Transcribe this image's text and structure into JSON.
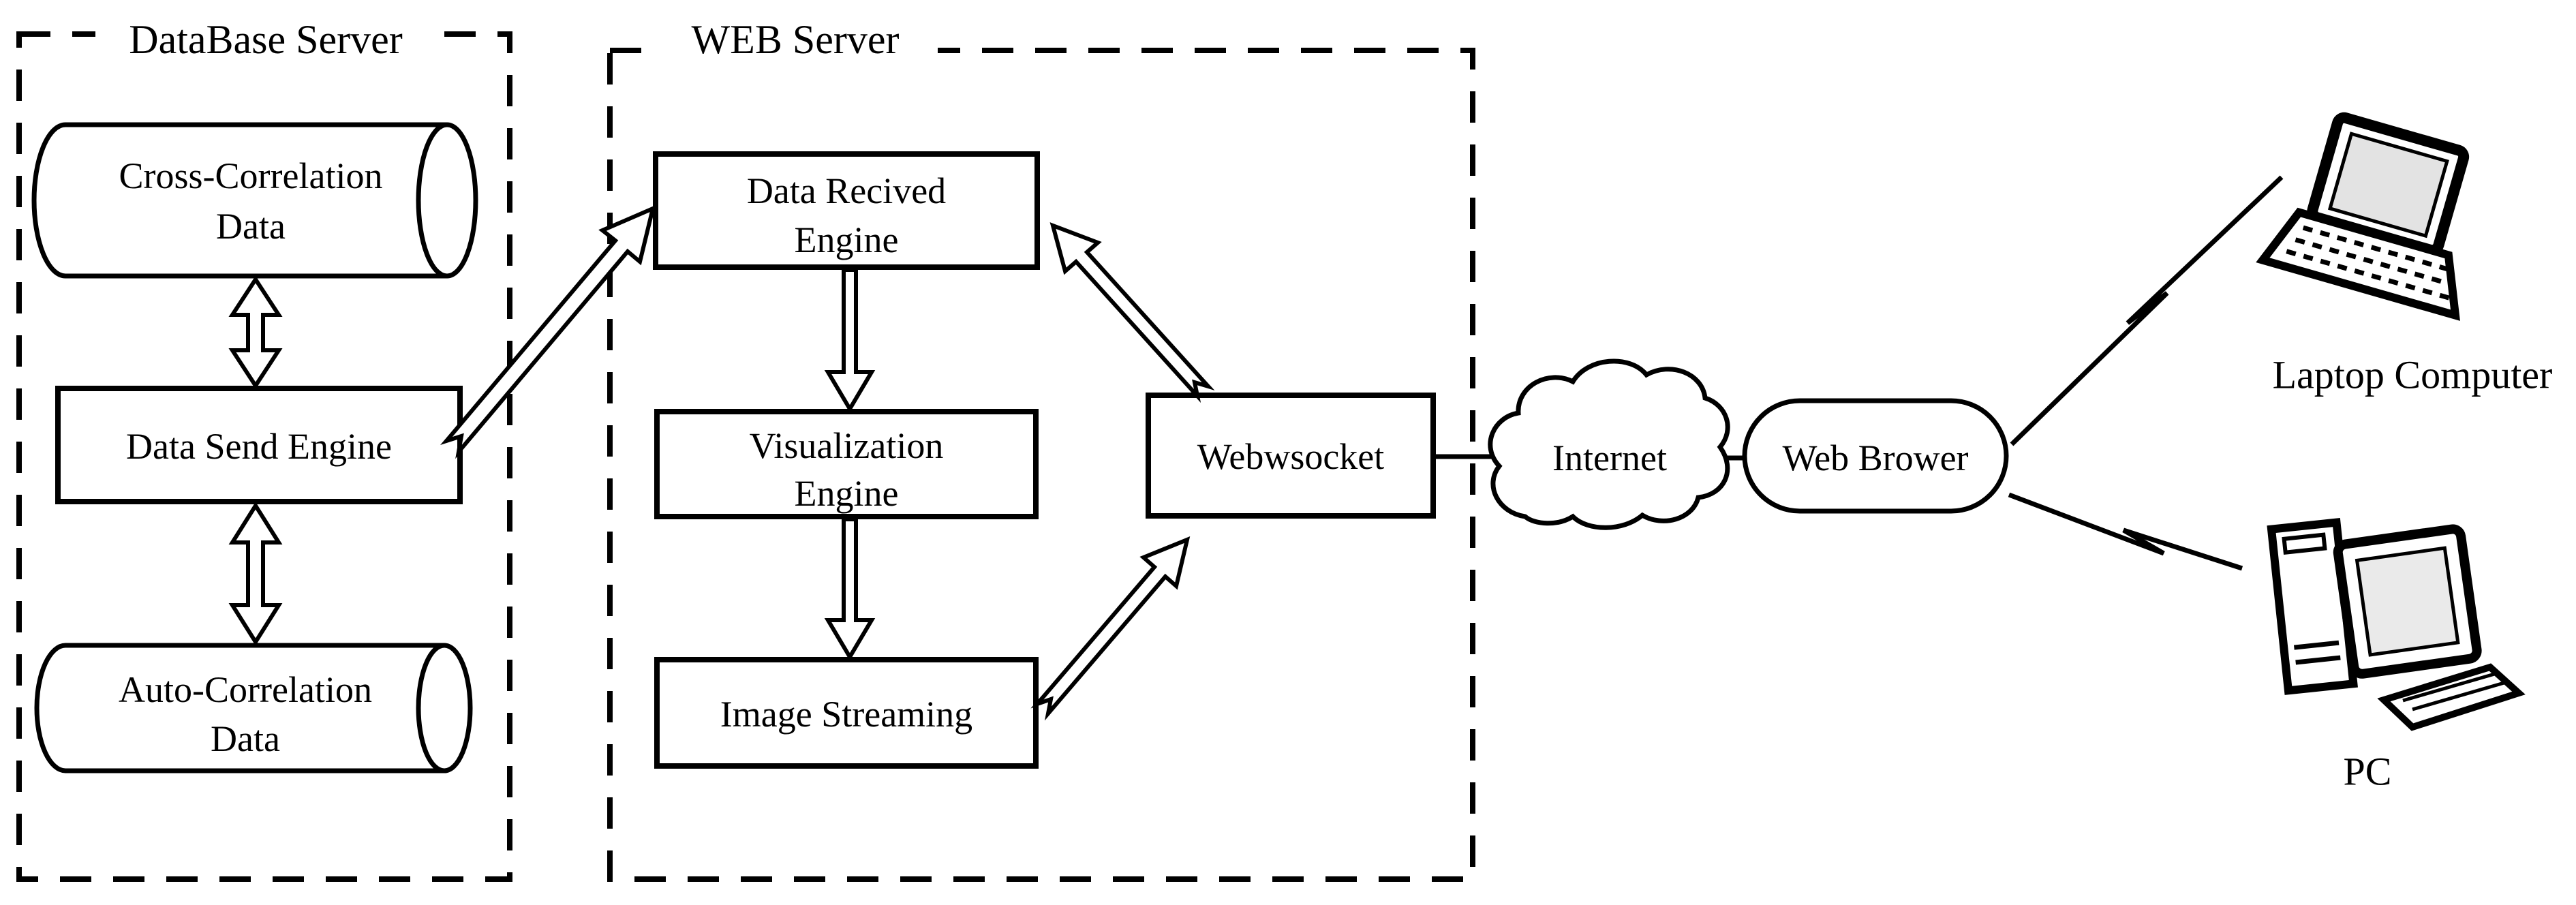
{
  "figure": {
    "database_server": {
      "title": "DataBase Server",
      "cross_correlation_db": {
        "line1": "Cross-Correlation",
        "line2": "Data"
      },
      "data_send_engine": "Data Send Engine",
      "auto_correlation_db": {
        "line1": "Auto-Correlation",
        "line2": "Data"
      }
    },
    "web_server": {
      "title": "WEB Server",
      "data_received_engine": {
        "line1": "Data Recived",
        "line2": "Engine"
      },
      "visualization_engine": {
        "line1": "Visualization",
        "line2": "Engine"
      },
      "image_streaming": "Image Streaming",
      "websocket": "Webwsocket"
    },
    "network": {
      "internet": "Internet",
      "web_browser": "Web Brower"
    },
    "clients": {
      "laptop": "Laptop Computer",
      "pc": "PC"
    }
  },
  "colors": {
    "ink": "#000000",
    "background": "#ffffff",
    "screen_gray": "#e3e3e3"
  }
}
